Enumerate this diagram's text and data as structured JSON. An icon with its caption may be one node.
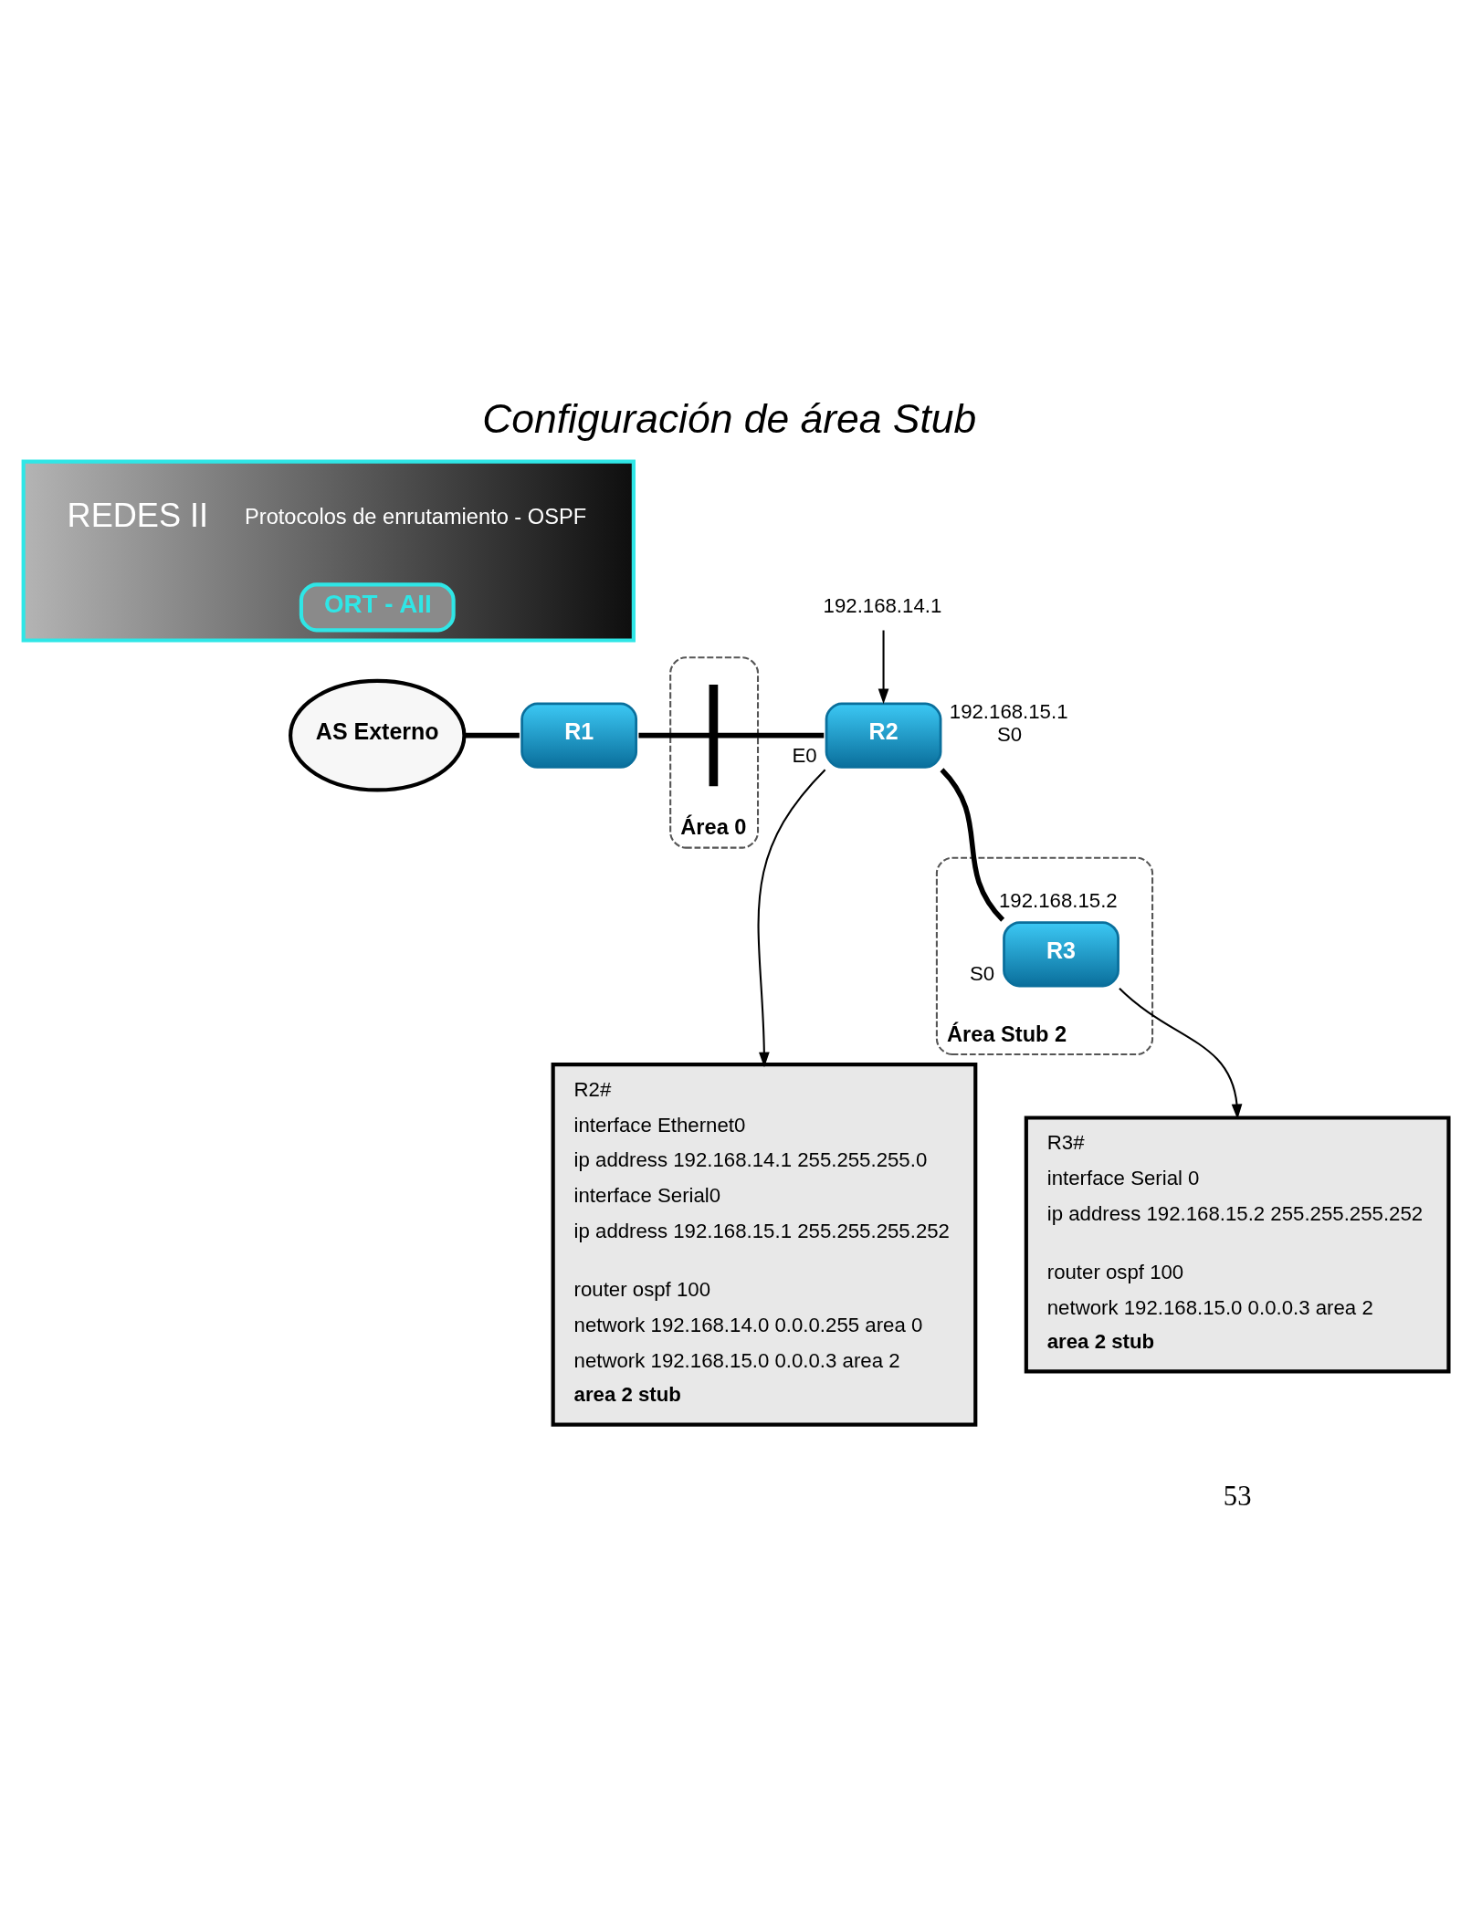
{
  "diagram": {
    "title": "Configuración de área Stub",
    "nodes": [
      {
        "text": [
          "REDES II",
          "Protocolos de enrutamiento - OSPF"
        ]
      },
      {
        "text": [
          "ORT - AII"
        ],
        "in": 0
      },
      {
        "text": [
          "AS Externo"
        ]
      },
      {
        "text": [
          "R1"
        ]
      },
      {
        "text": [
          "Área 0"
        ]
      },
      {
        "text": [],
        "shape": "bar",
        "in": 4
      },
      {
        "text": [
          "192.168.14.1"
        ]
      },
      {
        "text": [
          "R2"
        ],
        "beside": [
          "192.168.15.1",
          "S0",
          "E0"
        ]
      },
      {
        "text": [
          "Área Stub 2"
        ]
      },
      {
        "text": [
          "R3"
        ],
        "in": 8,
        "beside": [
          "192.168.15.2",
          "S0"
        ]
      },
      {
        "text": [
          "R2#",
          "interface Ethernet0",
          "ip address 192.168.14.1 255.255.255.0",
          "interface Serial0",
          "ip address 192.168.15.1 255.255.255.252",
          "router ospf 100",
          "network 192.168.14.0 0.0.0.255 area 0",
          "network 192.168.15.0 0.0.0.3 area 2",
          "area 2 stub"
        ]
      },
      {
        "text": [
          "R3#",
          "interface Serial 0",
          "ip address 192.168.15.2 255.255.255.252",
          "router ospf 100",
          "network 192.168.15.0 0.0.0.3 area 2",
          "area 2 stub"
        ]
      }
    ],
    "edges": [
      {
        "from": 2,
        "to": 3,
        "arrow": "none"
      },
      {
        "from": 3,
        "to": 5,
        "arrow": "none"
      },
      {
        "from": 5,
        "to": 7,
        "arrow": "none"
      },
      {
        "from": 7,
        "to": 9,
        "arrow": "none"
      },
      {
        "from": 6,
        "to": 7,
        "arrow": "to"
      },
      {
        "from": 7,
        "to": 10,
        "arrow": "to"
      },
      {
        "from": 9,
        "to": 11,
        "arrow": "to"
      }
    ],
    "labels": [
      "53"
    ]
  }
}
